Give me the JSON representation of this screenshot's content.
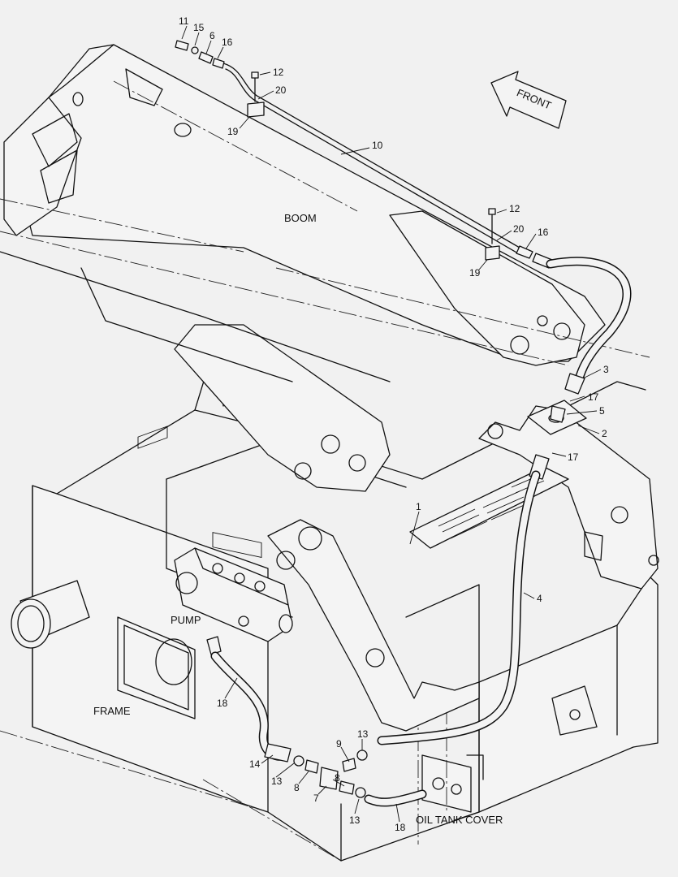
{
  "captions": {
    "boom": "BOOM",
    "front": "FRONT",
    "pump": "PUMP",
    "frame": "FRAME",
    "oil_tank_cover": "OIL TANK COVER"
  },
  "callouts": [
    {
      "id": "c-11-top",
      "text": "11"
    },
    {
      "id": "c-15-top",
      "text": "15"
    },
    {
      "id": "c-6-top",
      "text": "6"
    },
    {
      "id": "c-16-top",
      "text": "16"
    },
    {
      "id": "c-12-top",
      "text": "12"
    },
    {
      "id": "c-20-top",
      "text": "20"
    },
    {
      "id": "c-19-top",
      "text": "19"
    },
    {
      "id": "c-10",
      "text": "10"
    },
    {
      "id": "c-12-mid",
      "text": "12"
    },
    {
      "id": "c-20-mid",
      "text": "20"
    },
    {
      "id": "c-16-mid",
      "text": "16"
    },
    {
      "id": "c-19-mid",
      "text": "19"
    },
    {
      "id": "c-3",
      "text": "3"
    },
    {
      "id": "c-17-a",
      "text": "17"
    },
    {
      "id": "c-5",
      "text": "5"
    },
    {
      "id": "c-2",
      "text": "2"
    },
    {
      "id": "c-17-b",
      "text": "17"
    },
    {
      "id": "c-1",
      "text": "1"
    },
    {
      "id": "c-4",
      "text": "4"
    },
    {
      "id": "c-18-upper",
      "text": "18"
    },
    {
      "id": "c-9",
      "text": "9"
    },
    {
      "id": "c-13-upper",
      "text": "13"
    },
    {
      "id": "c-14",
      "text": "14"
    },
    {
      "id": "c-13-left",
      "text": "13"
    },
    {
      "id": "c-8-upper",
      "text": "8"
    },
    {
      "id": "c-8-lower",
      "text": "8"
    },
    {
      "id": "c-7",
      "text": "7"
    },
    {
      "id": "c-13-lower",
      "text": "13"
    },
    {
      "id": "c-18-lower",
      "text": "18"
    }
  ]
}
